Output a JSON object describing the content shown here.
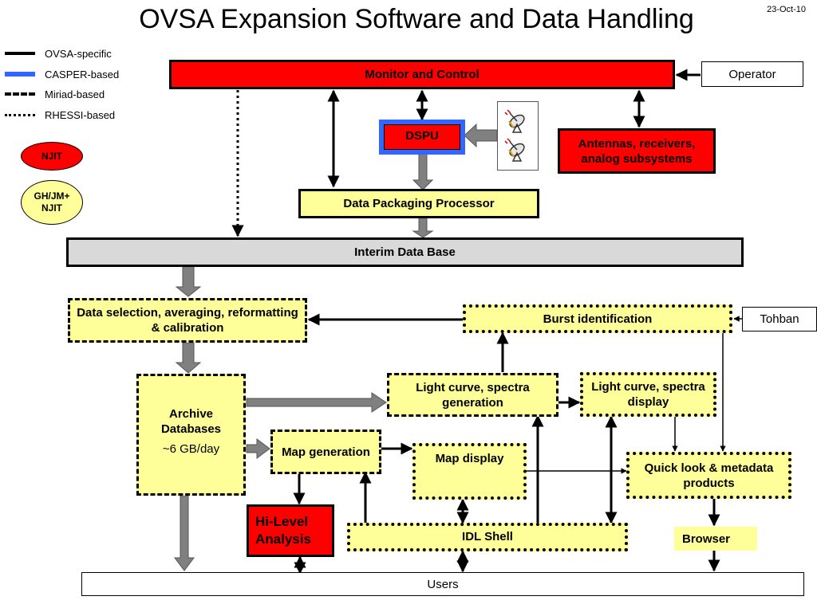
{
  "title": "OVSA Expansion Software and Data Handling",
  "date": "23-Oct-10",
  "legend": [
    {
      "label": "OVSA-specific",
      "style": "solid",
      "color": "#000000"
    },
    {
      "label": "CASPER-based",
      "style": "solid",
      "color": "#3366ff"
    },
    {
      "label": "Miriad-based",
      "style": "dashed",
      "color": "#000000"
    },
    {
      "label": "RHESSI-based",
      "style": "dotted",
      "color": "#000000"
    }
  ],
  "groups": {
    "njit": "NJIT",
    "ghjm": "GH/JM+\nNJIT"
  },
  "nodes": {
    "monitor_control": "Monitor and Control",
    "operator": "Operator",
    "dspu": "DSPU",
    "antennas": "Antennas, receivers, analog subsystems",
    "dpp": "Data Packaging Processor",
    "idb": "Interim Data Base",
    "data_selection": "Data selection, averaging, reformatting  &  calibration",
    "burst_id": "Burst identification",
    "tohban": "Tohban",
    "archive": "Archive Databases",
    "archive_rate": "~6 GB/day",
    "lc_gen": "Light curve, spectra generation",
    "lc_display": "Light curve, spectra   display",
    "map_gen": "Map generation",
    "map_display": "Map   display",
    "quicklook": "Quick look  & metadata products",
    "hilevel": "Hi-Level Analysis",
    "idl": "IDL Shell",
    "browser": "Browser",
    "users": "Users"
  },
  "colors": {
    "red": "#ff0000",
    "yellow": "#ffff99",
    "casper_blue": "#3366ff",
    "gray_arrow": "#808080",
    "idb_fill": "#d9d9d9"
  },
  "icons": {
    "antenna": "satellite-dish-icon"
  }
}
